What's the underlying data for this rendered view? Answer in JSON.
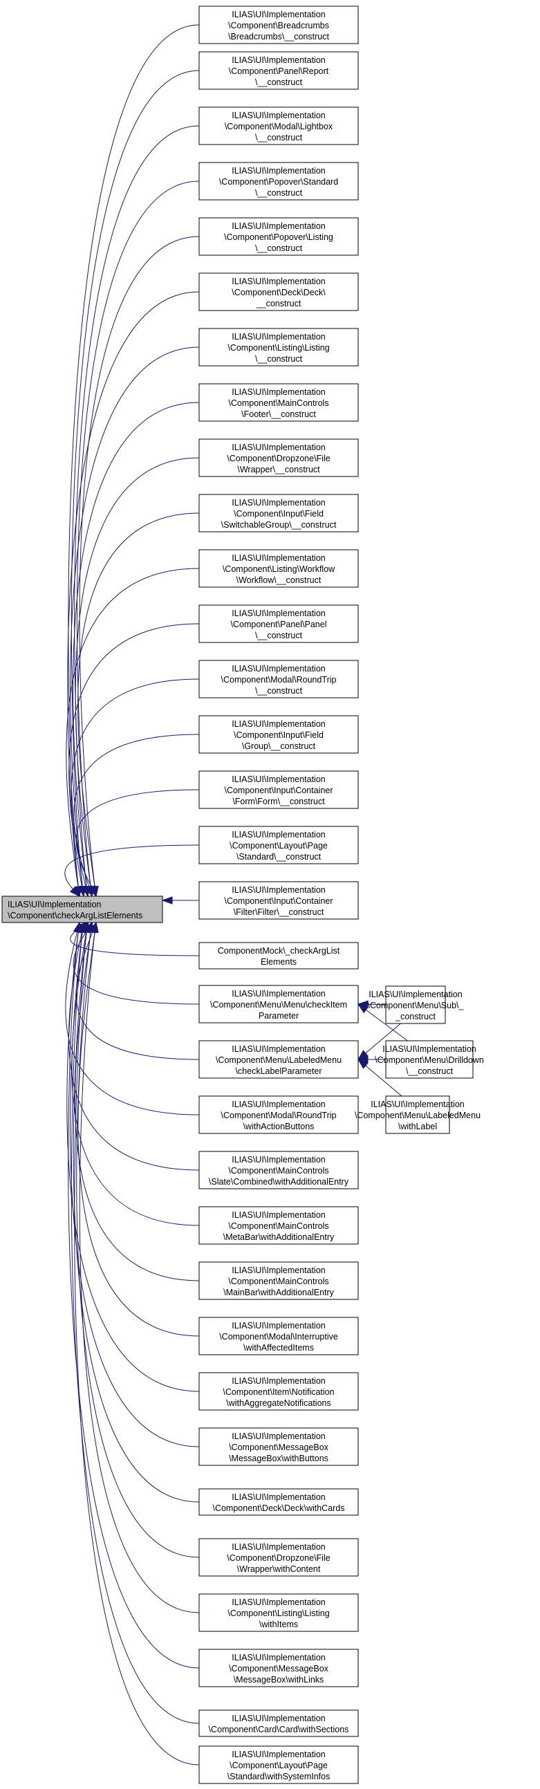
{
  "colors": {
    "edge": "#191970",
    "root_fill": "#bfbfbf",
    "node_fill": "#ffffff",
    "border": "#000000"
  },
  "root": {
    "id": "root",
    "lines": [
      "ILIAS\\UI\\Implementation",
      "\\Component\\checkArgListElements"
    ]
  },
  "callers": [
    {
      "id": "n1",
      "lines": [
        "ILIAS\\UI\\Implementation",
        "\\Component\\Breadcrumbs",
        "\\Breadcrumbs\\__construct"
      ]
    },
    {
      "id": "n2",
      "lines": [
        "ILIAS\\UI\\Implementation",
        "\\Component\\Panel\\Report",
        "\\__construct"
      ]
    },
    {
      "id": "n3",
      "lines": [
        "ILIAS\\UI\\Implementation",
        "\\Component\\Modal\\Lightbox",
        "\\__construct"
      ]
    },
    {
      "id": "n4",
      "lines": [
        "ILIAS\\UI\\Implementation",
        "\\Component\\Popover\\Standard",
        "\\__construct"
      ]
    },
    {
      "id": "n5",
      "lines": [
        "ILIAS\\UI\\Implementation",
        "\\Component\\Popover\\Listing",
        "\\__construct"
      ]
    },
    {
      "id": "n6",
      "lines": [
        "ILIAS\\UI\\Implementation",
        "\\Component\\Deck\\Deck\\",
        "__construct"
      ]
    },
    {
      "id": "n7",
      "lines": [
        "ILIAS\\UI\\Implementation",
        "\\Component\\Listing\\Listing",
        "\\__construct"
      ]
    },
    {
      "id": "n8",
      "lines": [
        "ILIAS\\UI\\Implementation",
        "\\Component\\MainControls",
        "\\Footer\\__construct"
      ]
    },
    {
      "id": "n9",
      "lines": [
        "ILIAS\\UI\\Implementation",
        "\\Component\\Dropzone\\File",
        "\\Wrapper\\__construct"
      ]
    },
    {
      "id": "n10",
      "lines": [
        "ILIAS\\UI\\Implementation",
        "\\Component\\Input\\Field",
        "\\SwitchableGroup\\__construct"
      ]
    },
    {
      "id": "n11",
      "lines": [
        "ILIAS\\UI\\Implementation",
        "\\Component\\Listing\\Workflow",
        "\\Workflow\\__construct"
      ]
    },
    {
      "id": "n12",
      "lines": [
        "ILIAS\\UI\\Implementation",
        "\\Component\\Panel\\Panel",
        "\\__construct"
      ]
    },
    {
      "id": "n13",
      "lines": [
        "ILIAS\\UI\\Implementation",
        "\\Component\\Modal\\RoundTrip",
        "\\__construct"
      ]
    },
    {
      "id": "n14",
      "lines": [
        "ILIAS\\UI\\Implementation",
        "\\Component\\Input\\Field",
        "\\Group\\__construct"
      ]
    },
    {
      "id": "n15",
      "lines": [
        "ILIAS\\UI\\Implementation",
        "\\Component\\Input\\Container",
        "\\Form\\Form\\__construct"
      ]
    },
    {
      "id": "n16",
      "lines": [
        "ILIAS\\UI\\Implementation",
        "\\Component\\Layout\\Page",
        "\\Standard\\__construct"
      ]
    },
    {
      "id": "n17",
      "lines": [
        "ILIAS\\UI\\Implementation",
        "\\Component\\Input\\Container",
        "\\Filter\\Filter\\__construct"
      ]
    },
    {
      "id": "n18",
      "lines": [
        "ComponentMock\\_checkArgList",
        "Elements"
      ]
    },
    {
      "id": "n19",
      "lines": [
        "ILIAS\\UI\\Implementation",
        "\\Component\\Menu\\Menu\\checkItem",
        "Parameter"
      ]
    },
    {
      "id": "n20",
      "lines": [
        "ILIAS\\UI\\Implementation",
        "\\Component\\Menu\\LabeledMenu",
        "\\checkLabelParameter"
      ]
    },
    {
      "id": "n21",
      "lines": [
        "ILIAS\\UI\\Implementation",
        "\\Component\\Modal\\RoundTrip",
        "\\withActionButtons"
      ]
    },
    {
      "id": "n22",
      "lines": [
        "ILIAS\\UI\\Implementation",
        "\\Component\\MainControls",
        "\\Slate\\Combined\\withAdditionalEntry"
      ]
    },
    {
      "id": "n23",
      "lines": [
        "ILIAS\\UI\\Implementation",
        "\\Component\\MainControls",
        "\\MetaBar\\withAdditionalEntry"
      ]
    },
    {
      "id": "n24",
      "lines": [
        "ILIAS\\UI\\Implementation",
        "\\Component\\MainControls",
        "\\MainBar\\withAdditionalEntry"
      ]
    },
    {
      "id": "n25",
      "lines": [
        "ILIAS\\UI\\Implementation",
        "\\Component\\Modal\\Interruptive",
        "\\withAffectedItems"
      ]
    },
    {
      "id": "n26",
      "lines": [
        "ILIAS\\UI\\Implementation",
        "\\Component\\Item\\Notification",
        "\\withAggregateNotifications"
      ]
    },
    {
      "id": "n27",
      "lines": [
        "ILIAS\\UI\\Implementation",
        "\\Component\\MessageBox",
        "\\MessageBox\\withButtons"
      ]
    },
    {
      "id": "n28",
      "lines": [
        "ILIAS\\UI\\Implementation",
        "\\Component\\Deck\\Deck\\withCards"
      ]
    },
    {
      "id": "n29",
      "lines": [
        "ILIAS\\UI\\Implementation",
        "\\Component\\Dropzone\\File",
        "\\Wrapper\\withContent"
      ]
    },
    {
      "id": "n30",
      "lines": [
        "ILIAS\\UI\\Implementation",
        "\\Component\\Listing\\Listing",
        "\\withItems"
      ]
    },
    {
      "id": "n31",
      "lines": [
        "ILIAS\\UI\\Implementation",
        "\\Component\\MessageBox",
        "\\MessageBox\\withLinks"
      ]
    },
    {
      "id": "n32",
      "lines": [
        "ILIAS\\UI\\Implementation",
        "\\Component\\Card\\Card\\withSections"
      ]
    },
    {
      "id": "n33",
      "lines": [
        "ILIAS\\UI\\Implementation",
        "\\Component\\Layout\\Page",
        "\\Standard\\withSystemInfos"
      ]
    }
  ],
  "second_level": [
    {
      "id": "m1",
      "lines": [
        "ILIAS\\UI\\Implementation",
        "\\Component\\Menu\\Sub\\_",
        "_construct"
      ]
    },
    {
      "id": "m2",
      "lines": [
        "ILIAS\\UI\\Implementation",
        "\\Component\\Menu\\Drilldown",
        "\\__construct"
      ]
    },
    {
      "id": "m3",
      "lines": [
        "ILIAS\\UI\\Implementation",
        "\\Component\\Menu\\LabeledMenu",
        "\\withLabel"
      ]
    }
  ],
  "edges": [
    {
      "from": "m1",
      "to": "n19"
    },
    {
      "from": "m1",
      "to": "n20"
    },
    {
      "from": "m2",
      "to": "n19"
    },
    {
      "from": "m2",
      "to": "n20"
    },
    {
      "from": "m3",
      "to": "n20"
    }
  ]
}
